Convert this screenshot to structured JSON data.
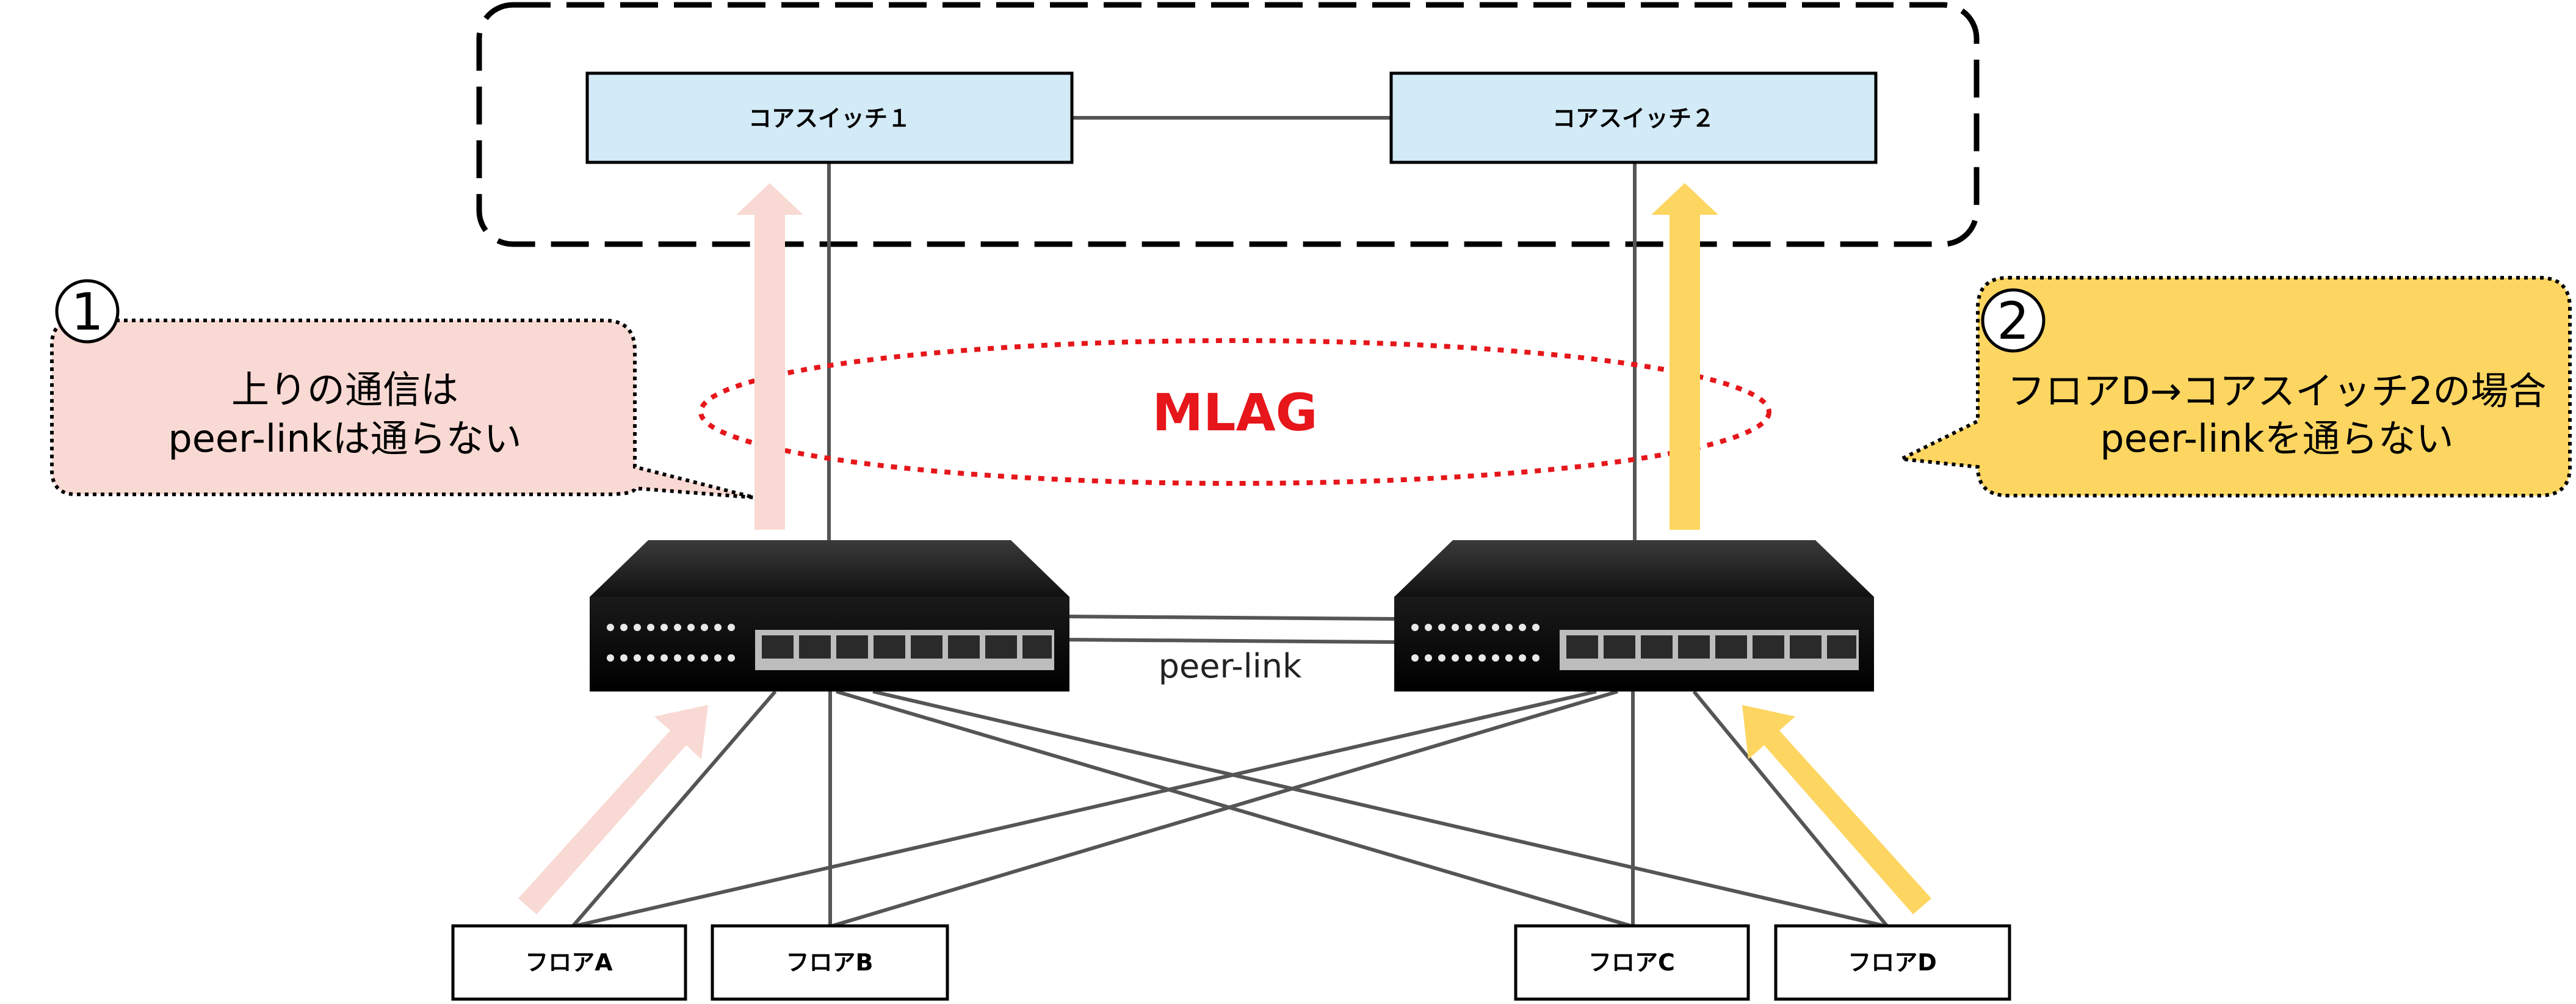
{
  "core_group": {
    "switch1_label": "コアスイッチ１",
    "switch2_label": "コアスイッチ２"
  },
  "mlag": {
    "label": "MLAG"
  },
  "peer_link": {
    "label": "peer-link"
  },
  "callout_left": {
    "number": "1",
    "line1": "上りの通信は",
    "line2": "peer-linkは通らない",
    "fill_color": "#f9d9d3"
  },
  "callout_right": {
    "number": "2",
    "line1": "フロアD→コアスイッチ2の場合",
    "line2": "peer-linkを通らない",
    "fill_color": "#fdd662"
  },
  "floors": [
    {
      "label": "フロアA"
    },
    {
      "label": "フロアB"
    },
    {
      "label": "フロアC"
    },
    {
      "label": "フロアD"
    }
  ],
  "colors": {
    "core_box_fill": "#d3eaf7",
    "mlag_ring": "#e6161a",
    "arrow_pink": "#f9d9d3",
    "arrow_yellow": "#fdd662"
  }
}
